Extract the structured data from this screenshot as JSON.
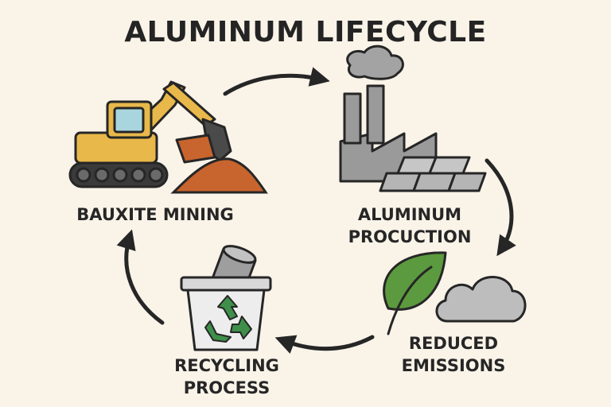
{
  "title": "ALUMINUM LIFECYCLE",
  "stages": {
    "mining": "BAUXITE MINING",
    "production": "ALUMINUM\nPROCUCTION",
    "emissions": "REDUCED\nEMISSIONS",
    "recycling": "RECYCLING\nPROCESS"
  },
  "colors": {
    "background": "#f9f3e8",
    "outline": "#262626",
    "excavator": "#e8b84a",
    "bauxite": "#c8642e",
    "factory": "#9a9a9a",
    "leaf": "#5b9a3e",
    "recycle_symbol": "#3f8f4a"
  },
  "icons": [
    "excavator-icon",
    "factory-icon",
    "aluminum-ingots-icon",
    "leaf-icon",
    "cloud-icon",
    "recycling-bin-icon",
    "aluminum-can-icon",
    "recycle-symbol-icon"
  ]
}
